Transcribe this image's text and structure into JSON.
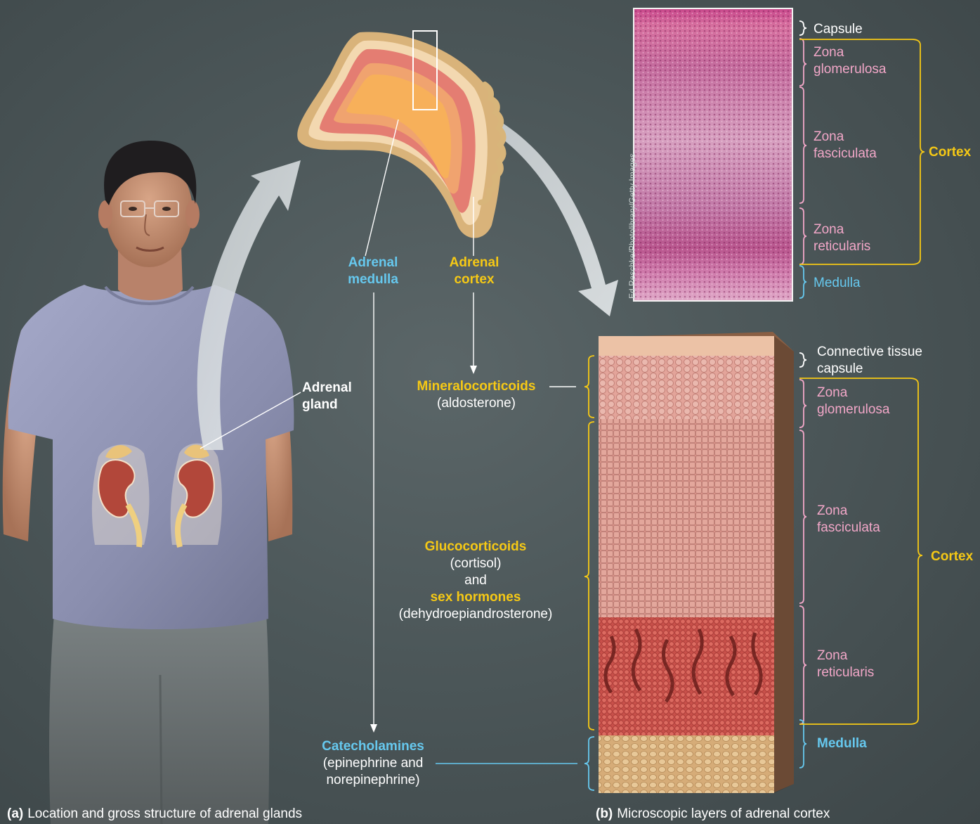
{
  "colors": {
    "yellow": "#f6c915",
    "blue": "#66c8ee",
    "pink": "#f2a7c8",
    "background": "#4c5759"
  },
  "labels": {
    "adrenal_gland": [
      "Adrenal",
      "gland"
    ],
    "adrenal_medulla": [
      "Adrenal",
      "medulla"
    ],
    "adrenal_cortex": [
      "Adrenal",
      "cortex"
    ],
    "mineralocorticoids": "Mineralocorticoids",
    "aldosterone": "(aldosterone)",
    "glucocorticoids": "Glucocorticoids",
    "cortisol": "(cortisol)",
    "and": "and",
    "sex_hormones": "sex hormones",
    "dhea": "(dehydroepiandrosterone)",
    "catecholamines": "Catecholamines",
    "epi": "(epinephrine and",
    "norepi": "norepinephrine)"
  },
  "micrograph": {
    "credit": "Ed Reschke/Photolibrary/Getty Images",
    "capsule": "Capsule",
    "glomerulosa": [
      "Zona",
      "glomerulosa"
    ],
    "fasciculata": [
      "Zona",
      "fasciculata"
    ],
    "reticularis": [
      "Zona",
      "reticularis"
    ],
    "medulla": "Medulla",
    "cortex": "Cortex"
  },
  "block": {
    "capsule": [
      "Connective tissue",
      "capsule"
    ],
    "glomerulosa": [
      "Zona",
      "glomerulosa"
    ],
    "fasciculata": [
      "Zona",
      "fasciculata"
    ],
    "reticularis": [
      "Zona",
      "reticularis"
    ],
    "medulla": "Medulla",
    "cortex": "Cortex"
  },
  "captions": {
    "a_letter": "(a)",
    "a_text": "Location and gross structure of adrenal glands",
    "b_letter": "(b)",
    "b_text": "Microscopic layers of adrenal cortex"
  }
}
